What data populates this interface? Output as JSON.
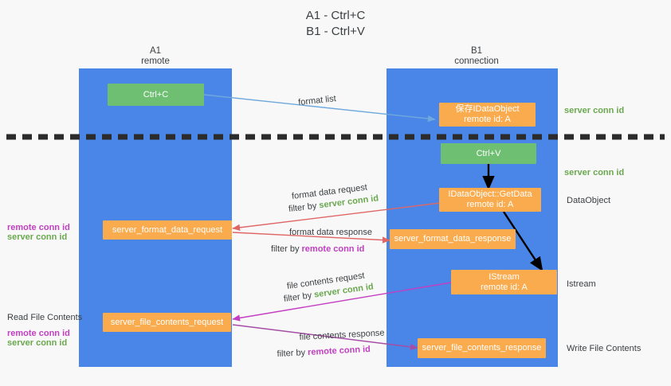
{
  "title": {
    "line1": "A1 - Ctrl+C",
    "line2": "B1 - Ctrl+V"
  },
  "colors": {
    "lane": "#4a86e8",
    "box_orange": "#f9ab4e",
    "box_green": "#6fbf73",
    "server_conn_id": "#6aa84f",
    "remote_conn_id": "#c23fc2",
    "arrow_blue": "#6fa8dc",
    "arrow_red": "#e06666",
    "arrow_magenta": "#c23fc2",
    "arrow_purple": "#a64da6",
    "arrow_black": "#000000",
    "background": "#f8f8f8"
  },
  "columns": [
    {
      "name": "A1",
      "role": "remote"
    },
    {
      "name": "B1",
      "role": "connection"
    }
  ],
  "boxes": [
    {
      "id": "ctrl-c",
      "lane": "A1",
      "kind": "green",
      "line1": "Ctrl+C",
      "line2": ""
    },
    {
      "id": "save-idataobject",
      "lane": "B1",
      "kind": "orange",
      "line1": "保存IDataObject",
      "line2": "remote id: A"
    },
    {
      "id": "ctrl-v",
      "lane": "B1",
      "kind": "green",
      "line1": "Ctrl+V",
      "line2": ""
    },
    {
      "id": "idataobject-getdata",
      "lane": "B1",
      "kind": "orange",
      "line1": "IDataObject::GetData",
      "line2": "remote id: A"
    },
    {
      "id": "server-format-data-request",
      "lane": "A1",
      "kind": "orange",
      "line1": "server_format_data_request",
      "line2": ""
    },
    {
      "id": "server-format-data-response",
      "lane": "B1",
      "kind": "orange",
      "line1": "server_format_data_response",
      "line2": ""
    },
    {
      "id": "istream",
      "lane": "B1",
      "kind": "orange",
      "line1": "IStream",
      "line2": "remote id: A"
    },
    {
      "id": "server-file-contents-request",
      "lane": "A1",
      "kind": "orange",
      "line1": "server_file_contents_request",
      "line2": ""
    },
    {
      "id": "server-file-contents-response",
      "lane": "B1",
      "kind": "orange",
      "line1": "server_file_contents_response",
      "line2": ""
    }
  ],
  "right_labels": [
    {
      "id": "server-conn-id-top",
      "text": "server conn id",
      "style": "green"
    },
    {
      "id": "server-conn-id-second",
      "text": "server conn id",
      "style": "green"
    },
    {
      "id": "dataobject",
      "text": "DataObject",
      "style": "plain"
    },
    {
      "id": "istream-label",
      "text": "Istream",
      "style": "plain"
    },
    {
      "id": "write-file-contents",
      "text": "Write File Contents",
      "style": "plain"
    }
  ],
  "left_labels": [
    {
      "id": "remote-conn-id-1",
      "text": "remote conn id",
      "style": "purple"
    },
    {
      "id": "server-conn-id-1",
      "text": "server conn id",
      "style": "green"
    },
    {
      "id": "read-file-contents",
      "text": "Read File Contents",
      "style": "plain"
    },
    {
      "id": "remote-conn-id-2",
      "text": "remote conn id",
      "style": "purple"
    },
    {
      "id": "server-conn-id-2",
      "text": "server conn id",
      "style": "green"
    }
  ],
  "edge_labels": {
    "format_list": "format list",
    "format_data_request": "format data request",
    "format_data_request_filter_prefix": "filter by ",
    "format_data_request_filter_key": "server conn id",
    "format_data_response": "format data response",
    "format_data_response_filter_prefix": "filter by ",
    "format_data_response_filter_key": "remote conn id",
    "file_contents_request": "file contents request",
    "file_contents_request_filter_prefix": "filter by ",
    "file_contents_request_filter_key": "server conn id",
    "file_contents_response": "file contents response",
    "file_contents_response_filter_prefix": "filter by ",
    "file_contents_response_filter_key": "remote conn id"
  }
}
